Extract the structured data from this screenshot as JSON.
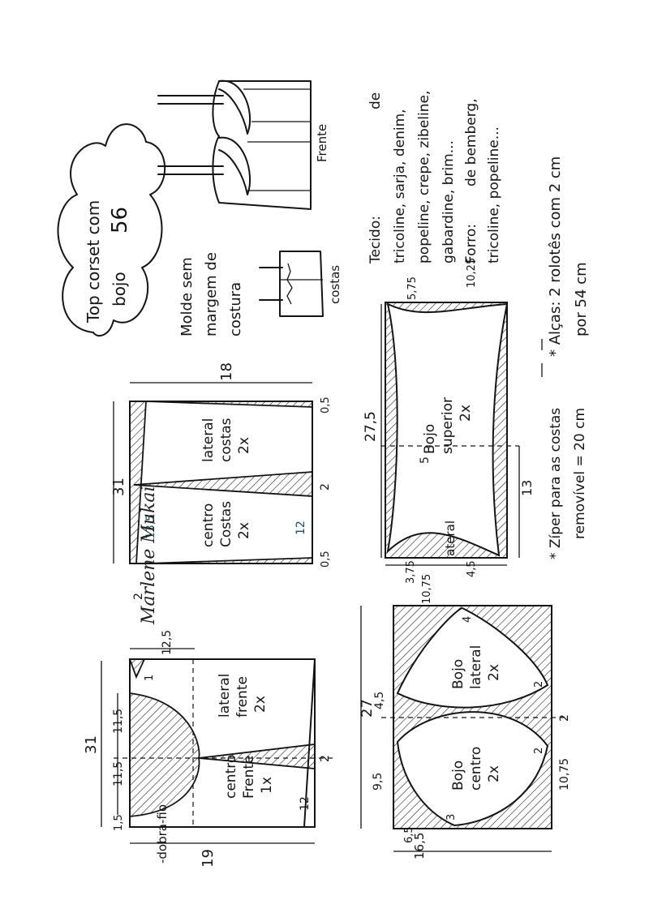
{
  "title": {
    "line1": "Top corset com",
    "line2": "bojo",
    "size": "56"
  },
  "mold_note": {
    "line1": "Molde sem",
    "line2": "margem de",
    "line3": "costura"
  },
  "views": {
    "front": "Frente",
    "back": "costas"
  },
  "fabric": {
    "heading": "Tecido:",
    "line0": "de",
    "line1": "tricoline, sarja, denim,",
    "line2": "popeline, crepe, zibeline,",
    "line3": "gabardine, brim...",
    "lining_heading": "Forro:",
    "lining_extra": "de bemberg,",
    "lining_line": "tricoline, popeline..."
  },
  "straps": {
    "line1": "* Alças: 2 rolotês com 2 cm",
    "line2": "por 54 cm"
  },
  "zipper": {
    "line1": "* Zíper para as costas",
    "line2": "removível = 20 cm"
  },
  "signature": "Marlene Mukai",
  "front_panel": {
    "centro_line1": "centro",
    "centro_line2": "Frente",
    "centro_line3": "1x",
    "lateral_line1": "lateral",
    "lateral_line2": "frente",
    "lateral_line3": "2x",
    "fold_label": "-dobra-fio",
    "m_height": "31",
    "m_width": "19",
    "m_top": "12,5",
    "m_side1": "11,5",
    "m_side2": "11,5",
    "m_low": "1,5",
    "m_dart": "2",
    "m_inner": "12",
    "m_one": "1"
  },
  "back_panel": {
    "centro_line1": "centro",
    "centro_line2": "Costas",
    "centro_line3": "2x",
    "lateral_line1": "lateral",
    "lateral_line2": "costas",
    "lateral_line3": "2x",
    "m_height": "31",
    "m_width": "18",
    "m_inner1": "13,5",
    "m_inner2": "12",
    "m_two1": "2",
    "m_two2": "2",
    "m_half1": "0,5",
    "m_half2": "0,5"
  },
  "cups": {
    "centro_line1": "Bojo",
    "centro_line2": "centro",
    "centro_line3": "2x",
    "lateral_line1": "Bojo",
    "lateral_line2": "lateral",
    "lateral_line3": "2x",
    "m_height": "27",
    "m_width": "16,5",
    "m_top": "10,75",
    "m_a": "9,5",
    "m_b": "4,5",
    "m_c": "6,5",
    "m_d": "10,75",
    "m_e": "2",
    "p2a": "2",
    "p2b": "2",
    "p3": "3",
    "p4": "4"
  },
  "upper_cup": {
    "label_line1": "Bojo",
    "label_line2": "superior",
    "label_line3": "2x",
    "lateral": "lateral",
    "m_width": "27,5",
    "m_575": "5,75",
    "m_1025": "10,25",
    "m_5": "5",
    "m_13": "13",
    "m_375": "3,75",
    "m_45": "4,5"
  }
}
